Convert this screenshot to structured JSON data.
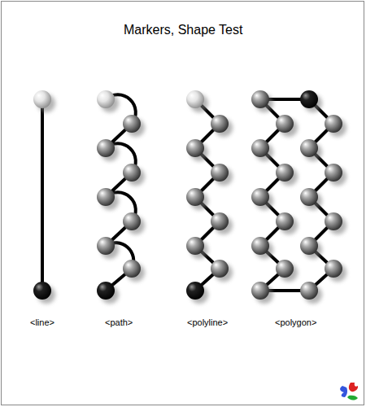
{
  "diagram": {
    "title": "Markers, Shape Test",
    "labels": [
      "<line>",
      "<path>",
      "<polyline>",
      "<polygon>"
    ]
  }
}
